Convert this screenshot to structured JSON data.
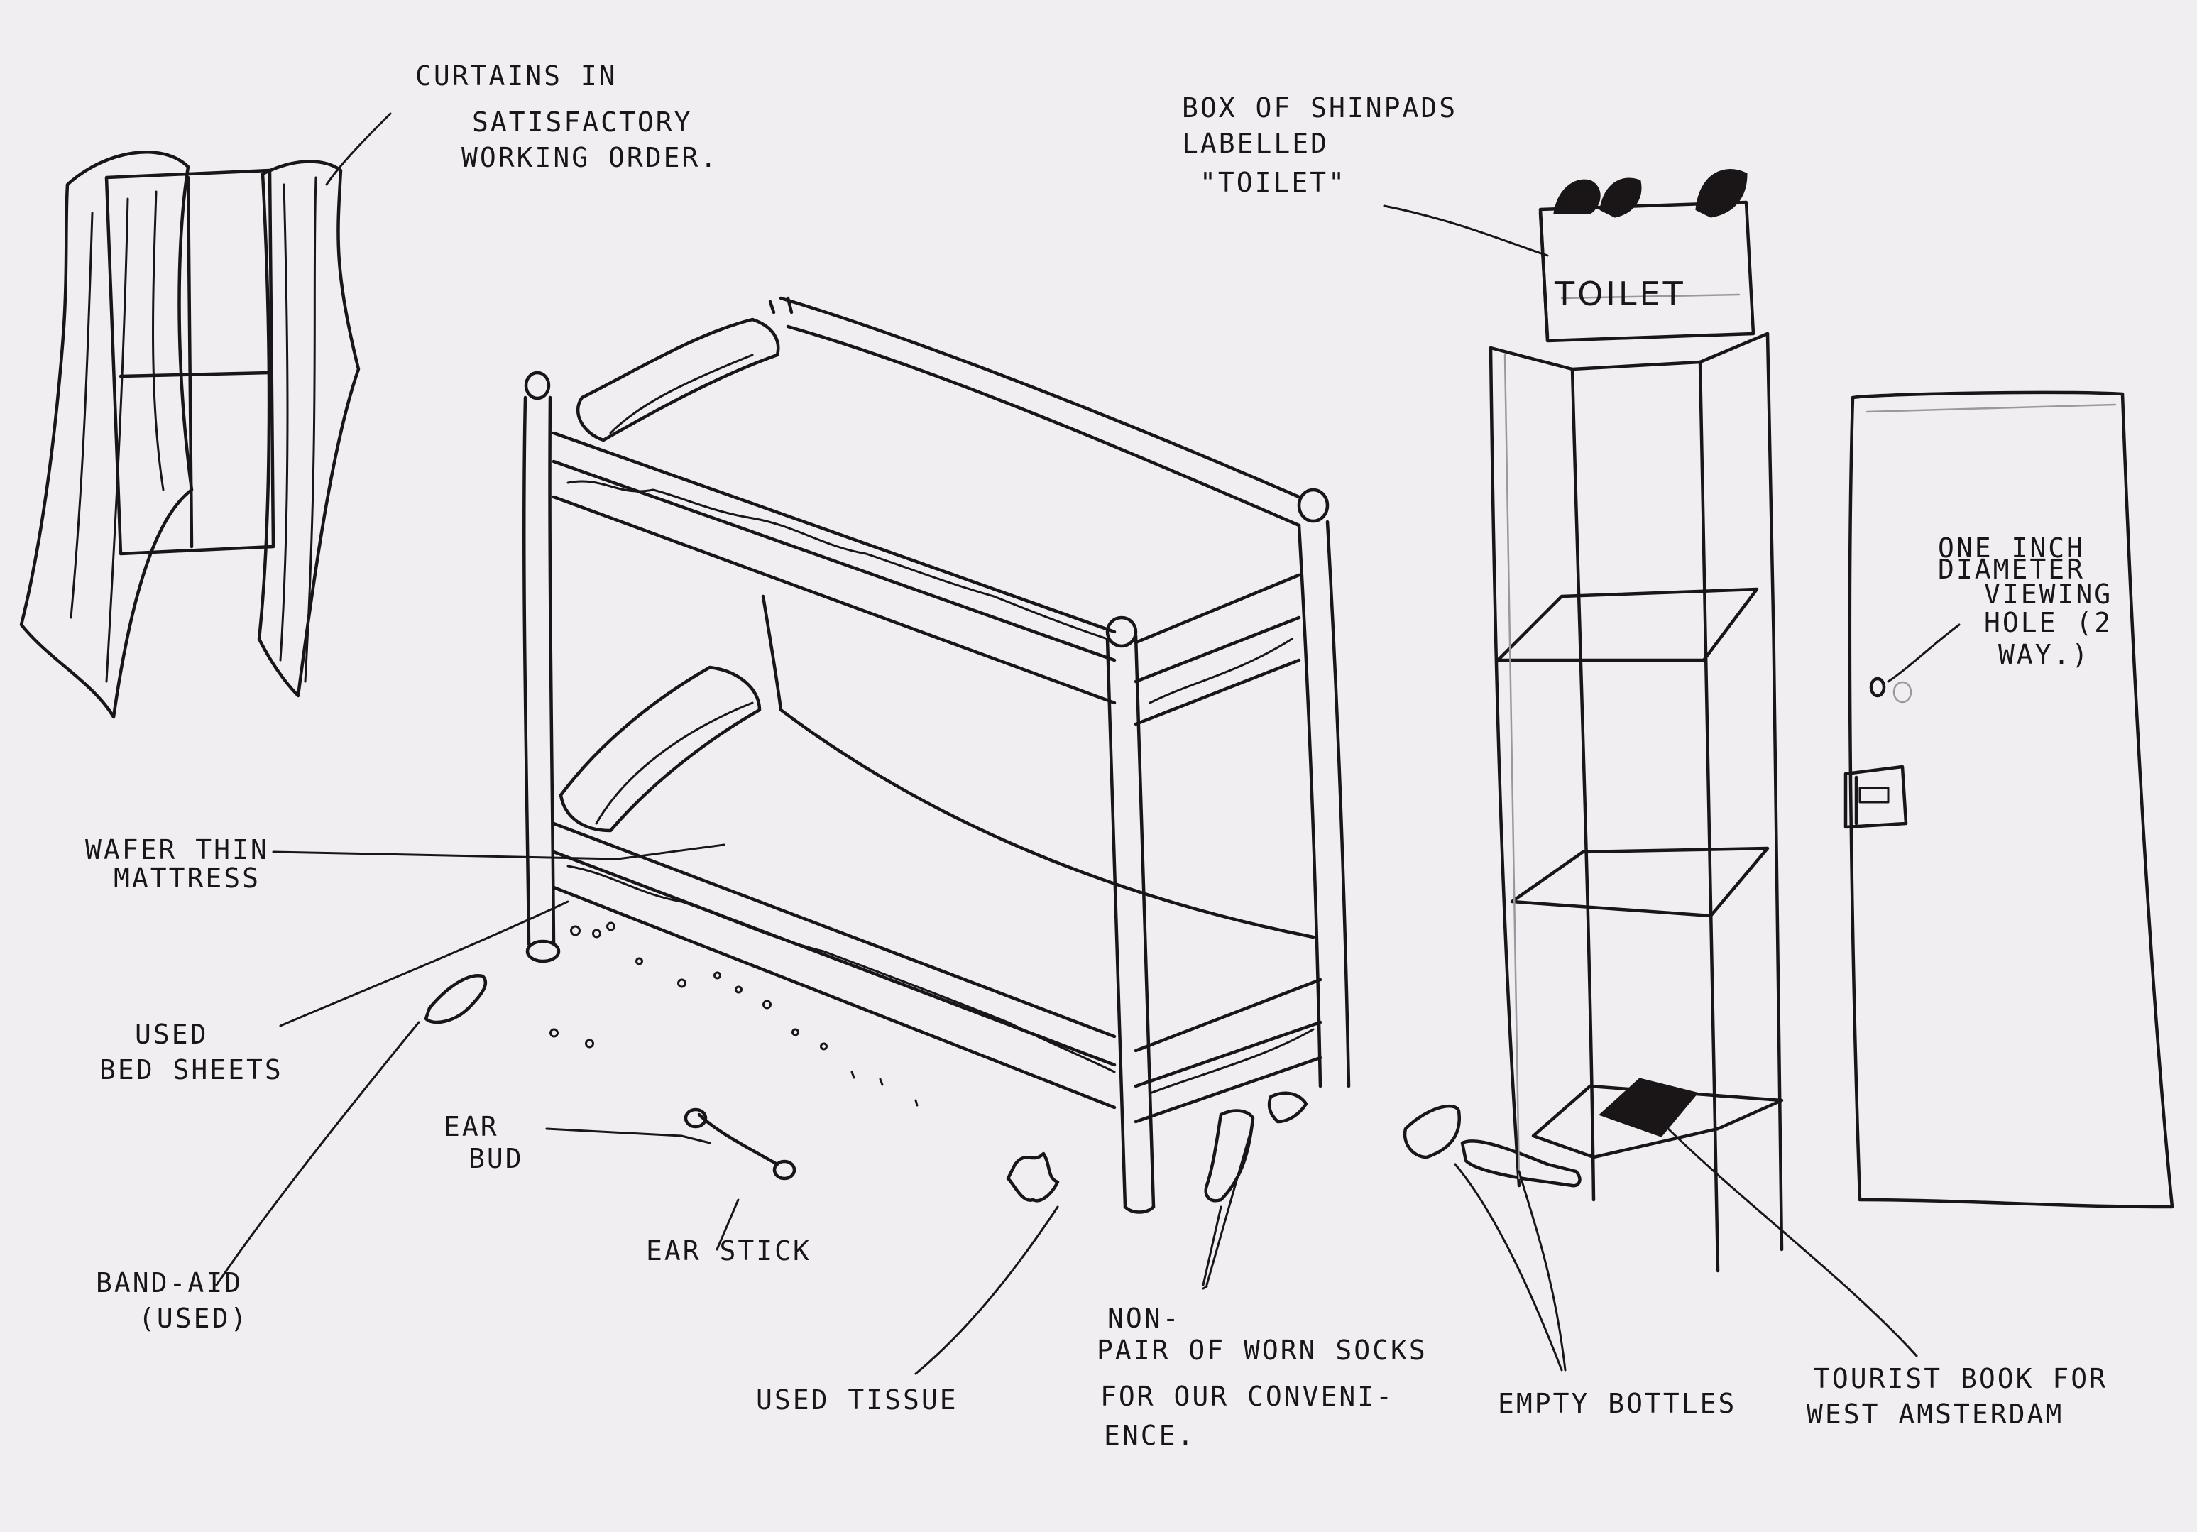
{
  "labels": {
    "curtains": [
      "CURTAINS IN",
      "SATISFACTORY",
      "WORKING ORDER."
    ],
    "shinpads": [
      "BOX OF SHINPADS",
      "LABELLED",
      "\"TOILET\""
    ],
    "box_text": "TOILET",
    "viewing_hole": [
      "ONE INCH",
      "DIAMETER",
      "VIEWING",
      "HOLE (2",
      "WAY.)"
    ],
    "mattress": [
      "WAFER THIN",
      "MATTRESS"
    ],
    "bedsheets": [
      "USED",
      "BED SHEETS"
    ],
    "ear_bud": [
      "EAR",
      "BUD"
    ],
    "ear_stick": "EAR STICK",
    "band_aid": [
      "BAND-AID",
      "(USED)"
    ],
    "tissue": "USED TISSUE",
    "socks": [
      "NON-",
      "PAIR OF WORN SOCKS",
      "FOR OUR CONVENI-",
      "ENCE."
    ],
    "bottles": "EMPTY BOTTLES",
    "tourist_book": [
      "TOURIST BOOK FOR",
      "WEST AMSTERDAM"
    ]
  },
  "colors": {
    "paper": "#f1eef2",
    "ink": "#1a1618",
    "pencil": "#9a97a0"
  }
}
